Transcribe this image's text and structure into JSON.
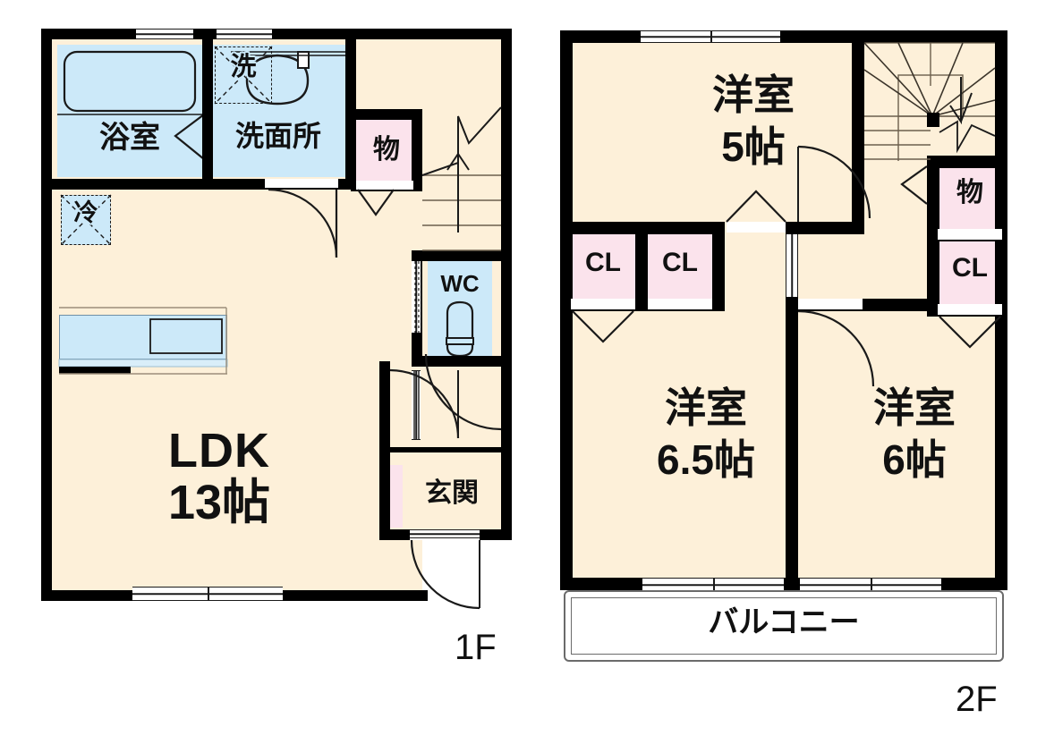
{
  "plan": {
    "title_1f": "1F",
    "title_2f": "2F"
  },
  "floor1": {
    "rooms": [
      {
        "key": "bath",
        "label": "浴室",
        "note": "bathroom"
      },
      {
        "key": "washroom",
        "label": "洗面所",
        "note": "washroom / vanity"
      },
      {
        "key": "washer",
        "label": "洗",
        "note": "washing machine space"
      },
      {
        "key": "fridge",
        "label": "冷",
        "note": "refrigerator space"
      },
      {
        "key": "storage",
        "label": "物",
        "note": "storage closet"
      },
      {
        "key": "wc",
        "label": "WC",
        "note": "toilet"
      },
      {
        "key": "entrance",
        "label": "玄関",
        "note": "entry hall"
      },
      {
        "key": "ldk_name",
        "label": "LDK",
        "note": "living dining kitchen"
      },
      {
        "key": "ldk_size",
        "label": "13帖",
        "note": "13 tatami mats"
      }
    ]
  },
  "floor2": {
    "rooms": [
      {
        "key": "bed_top",
        "label": "洋室",
        "size": "5帖"
      },
      {
        "key": "bed_left",
        "label": "洋室",
        "size": "6.5帖"
      },
      {
        "key": "bed_right",
        "label": "洋室",
        "size": "6帖"
      },
      {
        "key": "balcony",
        "label": "バルコニー",
        "size": ""
      }
    ],
    "closets": [
      {
        "key": "cl_a",
        "label": "CL"
      },
      {
        "key": "cl_b",
        "label": "CL"
      },
      {
        "key": "cl_c",
        "label": "CL"
      },
      {
        "key": "mono",
        "label": "物"
      }
    ]
  },
  "colors": {
    "wall": "#000000",
    "floor_beige": "#fdf0d9",
    "wet_blue": "#cce9f9",
    "closet_pink": "#fbe3ec",
    "line": "#1a1a1a",
    "page_bg": "#ffffff"
  }
}
